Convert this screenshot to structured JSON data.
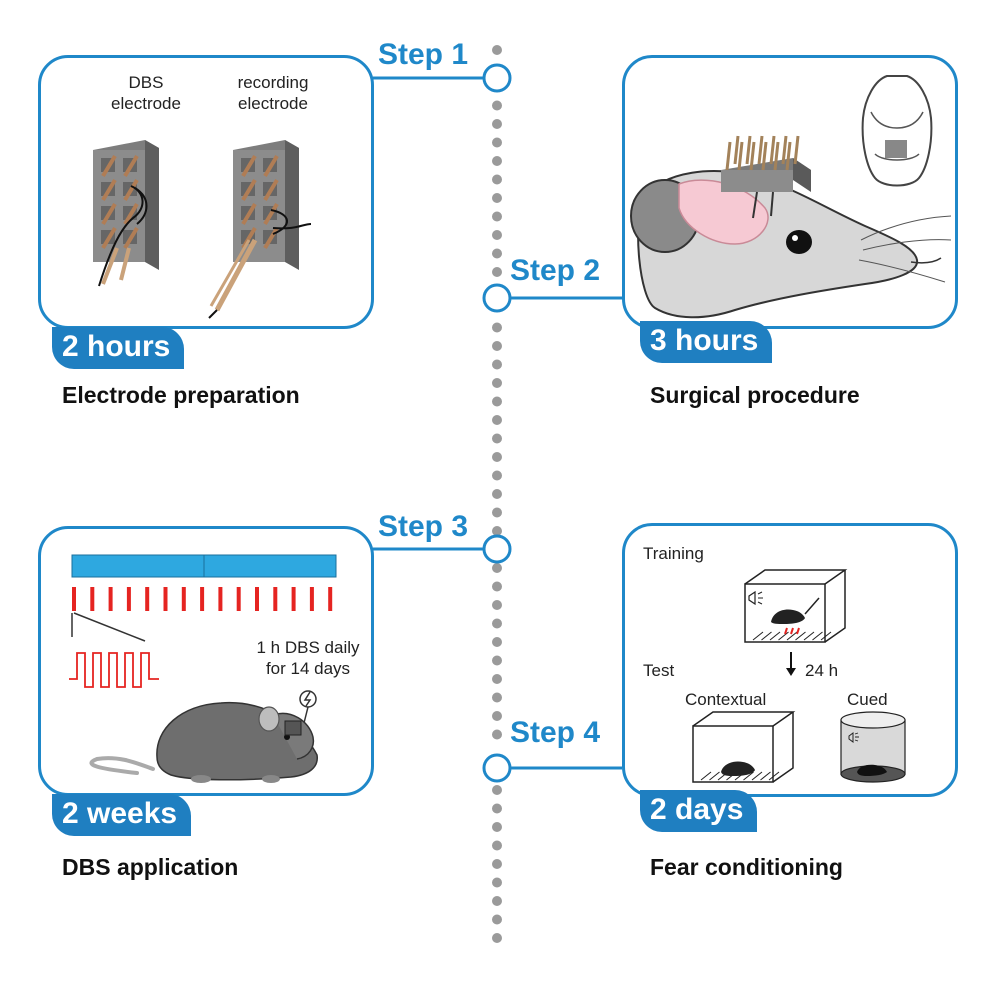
{
  "steps": [
    {
      "step_label": "Step 1",
      "duration": "2 hours",
      "title": "Electrode preparation",
      "labels": {
        "dbs_line1": "DBS",
        "dbs_line2": "electrode",
        "rec_line1": "recording",
        "rec_line2": "electrode"
      }
    },
    {
      "step_label": "Step 2",
      "duration": "3 hours",
      "title": "Surgical procedure"
    },
    {
      "step_label": "Step 3",
      "duration": "2 weeks",
      "title": "DBS application",
      "labels": {
        "dbs_daily_line1": "1 h DBS daily",
        "dbs_daily_line2": "for 14 days"
      }
    },
    {
      "step_label": "Step 4",
      "duration": "2 days",
      "title": "Fear conditioning",
      "labels": {
        "training": "Training",
        "test": "Test",
        "delay": "24 h",
        "contextual": "Contextual",
        "cued": "Cued"
      }
    }
  ],
  "colors": {
    "accent": "#1f88c9",
    "badge": "#1f7fc1",
    "stim_bar": "#2ea8e0",
    "stim_pulse": "#e52421",
    "timeline_dots": "#9a9a9a"
  }
}
